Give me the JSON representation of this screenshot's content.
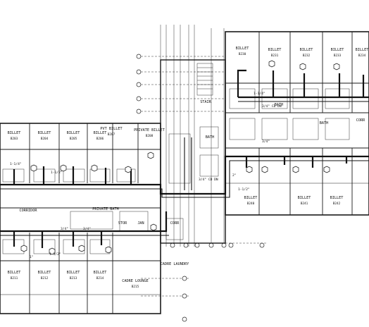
{
  "plan": {
    "rooms_left_top": [
      "BILLET",
      "BILLET",
      "BILLET",
      "BILLET",
      "PVT BILLET",
      "PRIVATE BILLET"
    ],
    "rooms_left_bottom": [
      "BILLET",
      "BILLET",
      "BILLET",
      "BILLET",
      "CADRE LOUNGE"
    ],
    "rooms_right_top": [
      "BILLET",
      "BILLET",
      "BILLET",
      "BILLET",
      "BILLET"
    ],
    "rooms_right_bottom": [
      "BILLET",
      "BILLET",
      "BILLET"
    ],
    "room_numbers_left_top": [
      "B203",
      "B204",
      "B205",
      "B206",
      "B207",
      "B208"
    ],
    "room_numbers_left_bottom": [
      "B211",
      "B212",
      "B213",
      "B214",
      "B215"
    ],
    "room_numbers_right_top": [
      "B230",
      "B231",
      "B232",
      "B233",
      "B234"
    ],
    "room_numbers_right_bottom": [
      "B240",
      "B241",
      "B242"
    ],
    "center_labels": [
      "STAIR",
      "BATH",
      "CORRIDOR",
      "PRIVATE BATH",
      "STOR",
      "JAN",
      "CORR",
      "CADRE LAUNDRY",
      "BATH",
      "BATH",
      "CORR"
    ],
    "pipe_callouts": [
      "1-1/4\"",
      "3/4\"",
      "1-1/2\"",
      "3/4\" CD DN",
      "1-1/2\"",
      "2\"",
      "3/4\" CD DN",
      "1-1/4\"",
      "3/4\"",
      "1\"",
      "3/4\"",
      "1-1/2\""
    ]
  }
}
